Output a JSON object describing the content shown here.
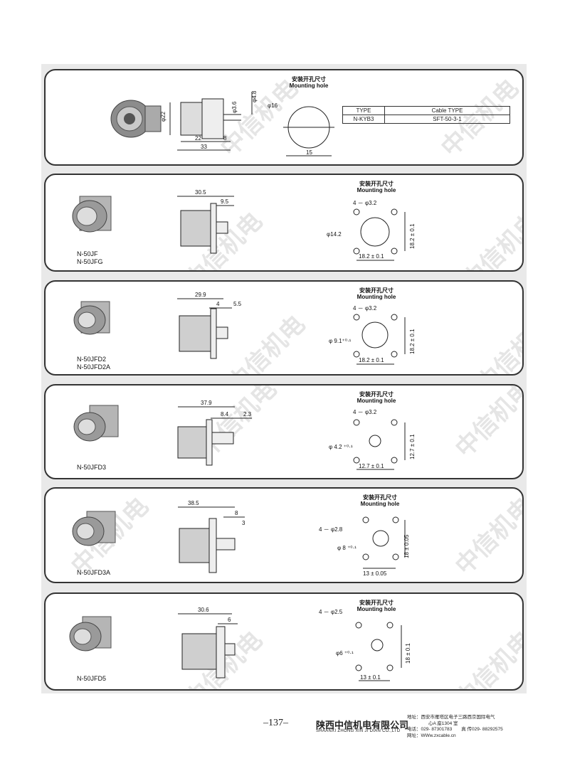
{
  "page_number": "–137–",
  "company": {
    "name_cn": "陕西中信机电有限公司",
    "name_en": "SHAANXI ZHONG XIN JI DIAN CO.,LTD",
    "address_line1": "地址：西安市雁塔区电子三路西京国际电气",
    "address_line2": "心A 座1304 室",
    "phone_line": "电话：029- 87301783　　真 传029- 88292575",
    "web_line": "网址：WWw.zxcable.cn"
  },
  "watermark": "中信机电",
  "mounting_hole": {
    "cn": "安装开孔尺寸",
    "en": "Mounting hole"
  },
  "panels": [
    {
      "models": [],
      "dims": [
        "φ22",
        "φ3.6",
        "φ4.8",
        "22",
        "8",
        "33"
      ],
      "hole_dims": [
        "φ16",
        "15"
      ],
      "table": {
        "headers": [
          "TYPE",
          "Cable TYPE"
        ],
        "row": [
          "N-KYB3",
          "SFT-50-3-1"
        ]
      }
    },
    {
      "models": [
        "N-50JF",
        "N-50JFG"
      ],
      "dims": [
        "30.5",
        "9.5"
      ],
      "hole_dims": [
        "4 － φ3.2",
        "φ14.2",
        "18.2 ± 0.1",
        "18.2 ± 0.1"
      ]
    },
    {
      "models": [
        "N-50JFD2",
        "N-50JFD2A"
      ],
      "dims": [
        "29.9",
        "4",
        "5.5"
      ],
      "hole_dims": [
        "4 － φ3.2",
        "φ 9.1⁺⁰·¹",
        "18.2 ± 0.1",
        "18.2 ± 0.1"
      ]
    },
    {
      "models": [
        "N-50JFD3"
      ],
      "dims": [
        "37.9",
        "8.4",
        "2.3"
      ],
      "hole_dims": [
        "4 － φ3.2",
        "φ 4.2 ⁺⁰·¹",
        "12.7 ± 0.1",
        "12.7 ± 0.1"
      ]
    },
    {
      "models": [
        "N-50JFD3A"
      ],
      "dims": [
        "38.5",
        "8",
        "3"
      ],
      "hole_dims": [
        "4 － φ2.8",
        "φ 8 ⁺⁰·¹",
        "18 ± 0.05",
        "13 ± 0.05"
      ]
    },
    {
      "models": [
        "N-50JFD5"
      ],
      "dims": [
        "30.6",
        "6"
      ],
      "hole_dims": [
        "4 － φ2.5",
        "φ6 ⁺⁰·¹",
        "18 ± 0.1",
        "13 ± 0.1"
      ]
    }
  ]
}
